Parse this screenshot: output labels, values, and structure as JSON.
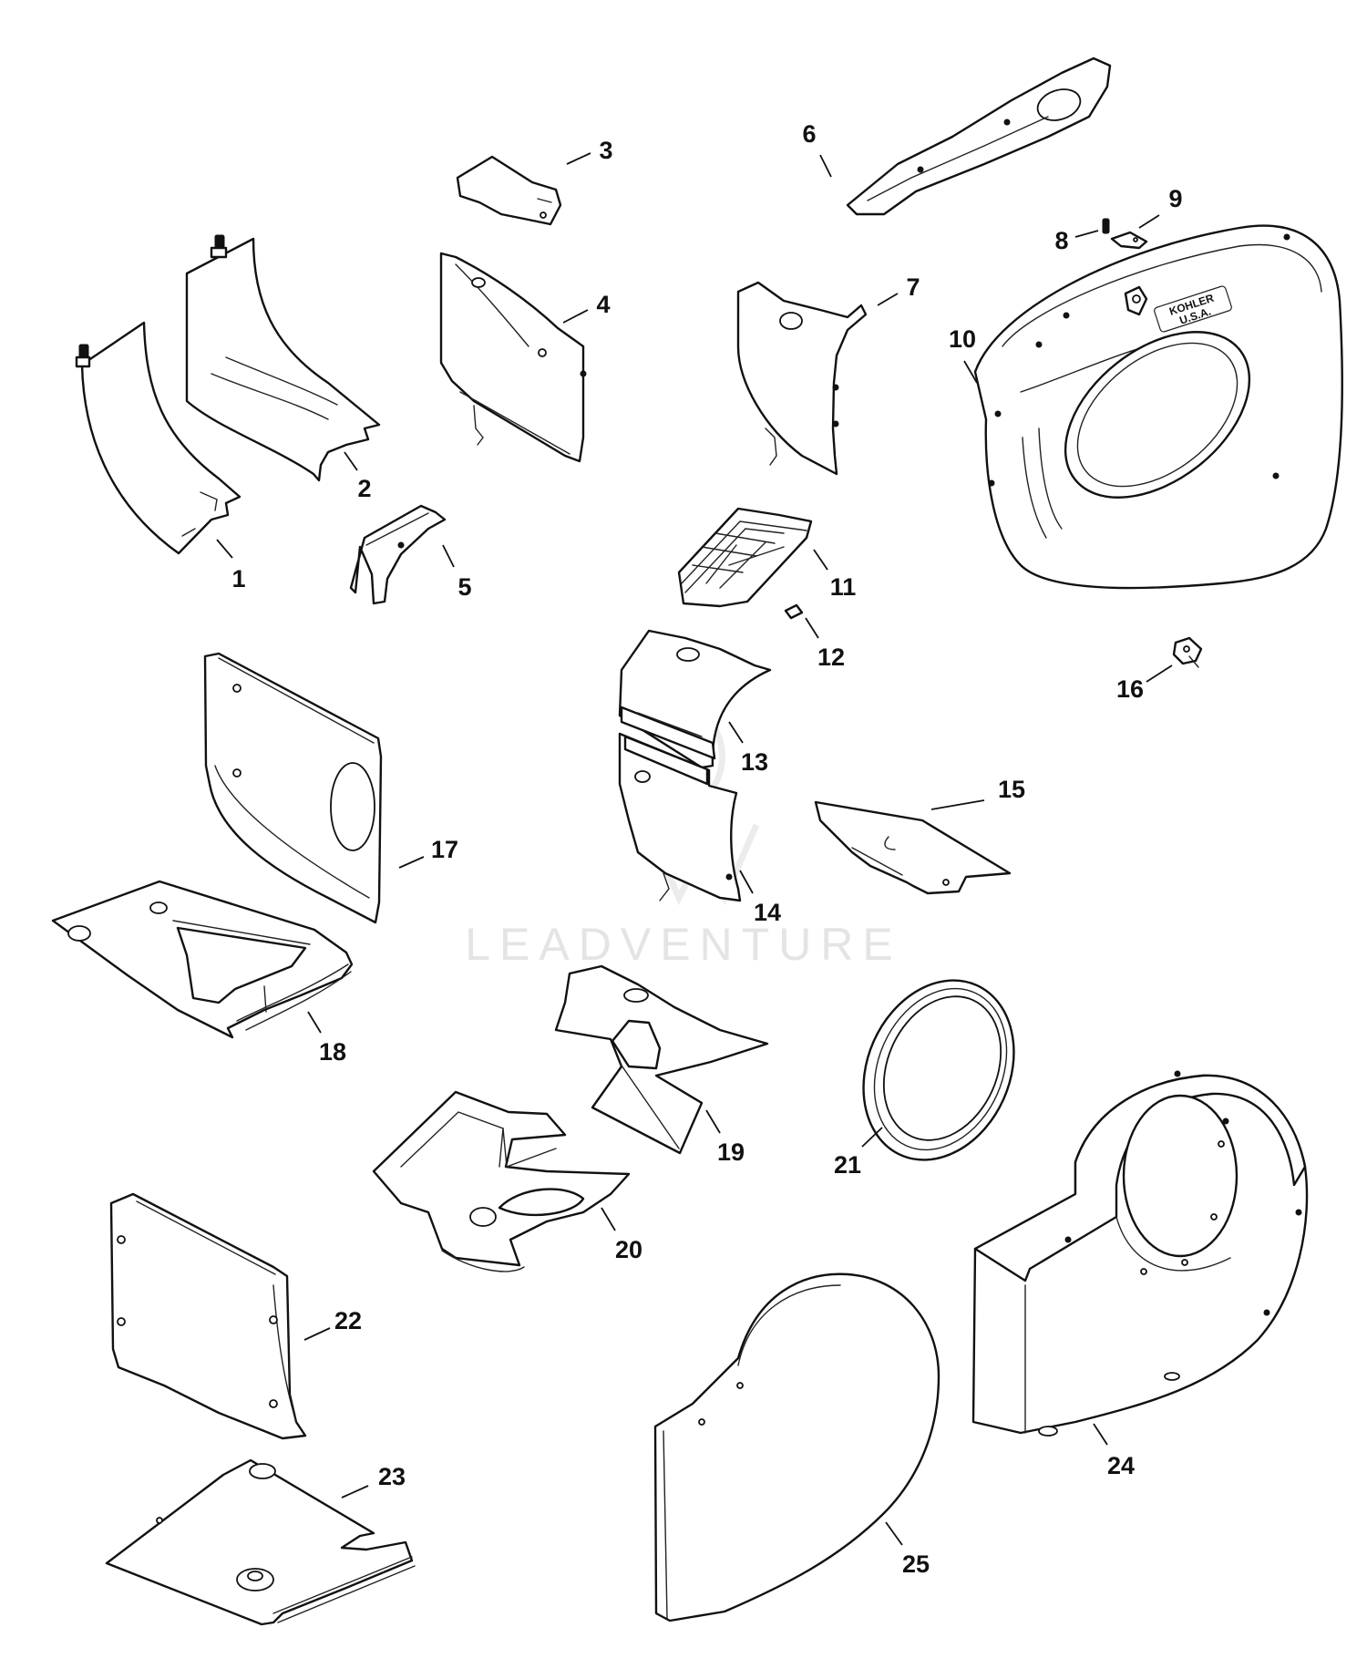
{
  "watermark": {
    "text": "LEADVENTURE",
    "color": "#e4e4e4"
  },
  "nameplate": {
    "brand": "KOHLER",
    "origin": "U.S.A."
  },
  "callouts": [
    {
      "id": "1",
      "label": "1"
    },
    {
      "id": "2",
      "label": "2"
    },
    {
      "id": "3",
      "label": "3"
    },
    {
      "id": "4",
      "label": "4"
    },
    {
      "id": "5",
      "label": "5"
    },
    {
      "id": "6",
      "label": "6"
    },
    {
      "id": "7",
      "label": "7"
    },
    {
      "id": "8",
      "label": "8"
    },
    {
      "id": "9",
      "label": "9"
    },
    {
      "id": "10",
      "label": "10"
    },
    {
      "id": "11",
      "label": "11"
    },
    {
      "id": "12",
      "label": "12"
    },
    {
      "id": "13",
      "label": "13"
    },
    {
      "id": "14",
      "label": "14"
    },
    {
      "id": "15",
      "label": "15"
    },
    {
      "id": "16",
      "label": "16"
    },
    {
      "id": "17",
      "label": "17"
    },
    {
      "id": "18",
      "label": "18"
    },
    {
      "id": "19",
      "label": "19"
    },
    {
      "id": "20",
      "label": "20"
    },
    {
      "id": "21",
      "label": "21"
    },
    {
      "id": "22",
      "label": "22"
    },
    {
      "id": "23",
      "label": "23"
    },
    {
      "id": "24",
      "label": "24"
    },
    {
      "id": "25",
      "label": "25"
    }
  ]
}
